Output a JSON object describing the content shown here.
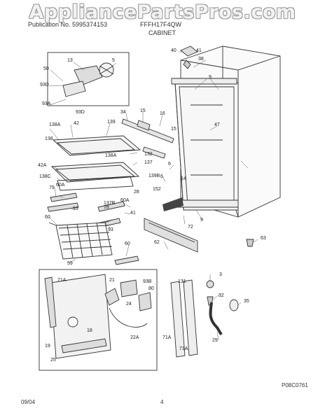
{
  "watermark": "AppliancePartsPros.com",
  "header": {
    "left": "Publication No. 5995374153",
    "right": "FFFH17F4QW",
    "section": "CABINET"
  },
  "figure_code": "P08C0761",
  "footer": {
    "date": "09/04",
    "page": "4"
  },
  "callouts": [
    "40",
    "41",
    "38",
    "9",
    "13",
    "5",
    "50",
    "93D",
    "93A",
    "93D",
    "34",
    "15",
    "16",
    "47",
    "15",
    "42",
    "139",
    "138A",
    "138",
    "132",
    "137",
    "138A",
    "42A",
    "6",
    "139B",
    "14",
    "152",
    "28",
    "6",
    "138C",
    "79",
    "60A",
    "137B",
    "60A",
    "41",
    "93",
    "60",
    "93",
    "79",
    "72",
    "9",
    "62",
    "63",
    "60",
    "59",
    "3",
    "32",
    "35",
    "21",
    "93B",
    "80",
    "131",
    "71A",
    "24",
    "18",
    "22A",
    "19",
    "71A",
    "71A",
    "25",
    "29"
  ]
}
